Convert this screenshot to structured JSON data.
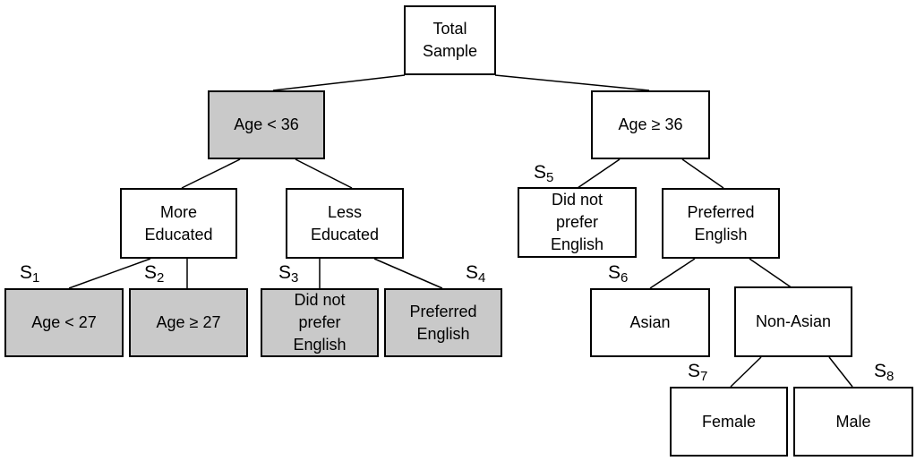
{
  "colors": {
    "shaded_fill": "#c9c9c9",
    "default_fill": "#ffffff",
    "line": "#000000"
  },
  "nodes": {
    "total_sample": {
      "label": "Total Sample",
      "shaded": false
    },
    "age_lt_36": {
      "label": "Age < 36",
      "shaded": true
    },
    "age_ge_36": {
      "label": "Age ≥ 36",
      "shaded": false
    },
    "more_educated": {
      "label": "More\nEducated",
      "shaded": false
    },
    "less_educated": {
      "label": "Less\nEducated",
      "shaded": false
    },
    "did_not_prefer_english_right": {
      "label": "Did not\nprefer\nEnglish",
      "shaded": false
    },
    "preferred_english_right": {
      "label": "Preferred\nEnglish",
      "shaded": false
    },
    "age_lt_27": {
      "label": "Age < 27",
      "shaded": true
    },
    "age_ge_27": {
      "label": "Age ≥ 27",
      "shaded": true
    },
    "did_not_prefer_english_left": {
      "label": "Did not\nprefer\nEnglish",
      "shaded": true
    },
    "preferred_english_left": {
      "label": "Preferred\nEnglish",
      "shaded": true
    },
    "asian": {
      "label": "Asian",
      "shaded": false
    },
    "non_asian": {
      "label": "Non-Asian",
      "shaded": false
    },
    "female": {
      "label": "Female",
      "shaded": false
    },
    "male": {
      "label": "Male",
      "shaded": false
    }
  },
  "segments": {
    "s1": {
      "letter": "S",
      "index": "1"
    },
    "s2": {
      "letter": "S",
      "index": "2"
    },
    "s3": {
      "letter": "S",
      "index": "3"
    },
    "s4": {
      "letter": "S",
      "index": "4"
    },
    "s5": {
      "letter": "S",
      "index": "5"
    },
    "s6": {
      "letter": "S",
      "index": "6"
    },
    "s7": {
      "letter": "S",
      "index": "7"
    },
    "s8": {
      "letter": "S",
      "index": "8"
    }
  }
}
